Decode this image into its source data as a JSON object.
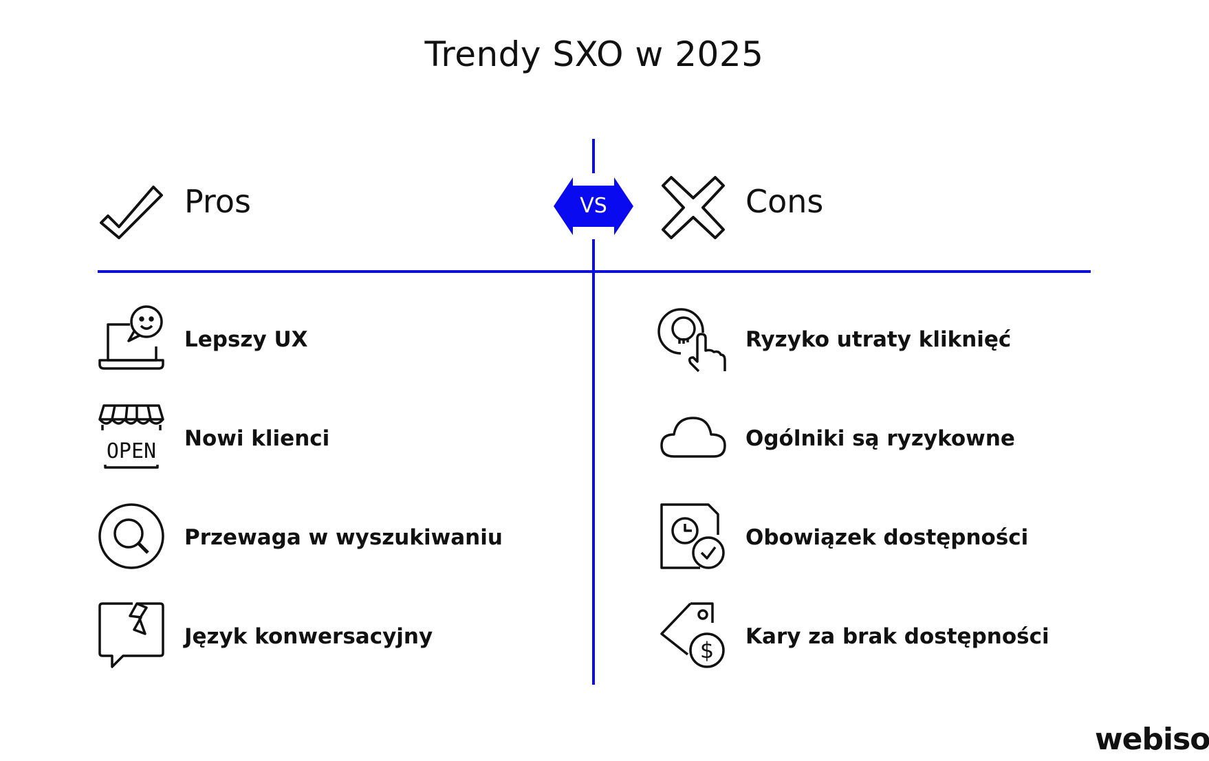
{
  "title": "Trendy SXO w 2025",
  "vs_label": "VS",
  "accent_color": "#0a0af0",
  "pros": {
    "heading": "Pros",
    "icon": "checkmark-icon",
    "items": [
      {
        "label": "Lepszy UX",
        "icon": "laptop-chat-icon"
      },
      {
        "label": "Nowi klienci",
        "icon": "open-store-icon"
      },
      {
        "label": "Przewaga w wyszukiwaniu",
        "icon": "search-icon"
      },
      {
        "label": "Język konwersacyjny",
        "icon": "broken-speech-bubble-icon"
      }
    ]
  },
  "cons": {
    "heading": "Cons",
    "icon": "x-mark-icon",
    "items": [
      {
        "label": "Ryzyko utraty kliknięć",
        "icon": "click-skull-icon"
      },
      {
        "label": "Ogólniki są ryzykowne",
        "icon": "cloud-icon"
      },
      {
        "label": "Obowiązek dostępności",
        "icon": "document-clock-check-icon"
      },
      {
        "label": "Kary za brak dostępności",
        "icon": "price-tag-dollar-icon"
      }
    ]
  },
  "logo": "webiso"
}
